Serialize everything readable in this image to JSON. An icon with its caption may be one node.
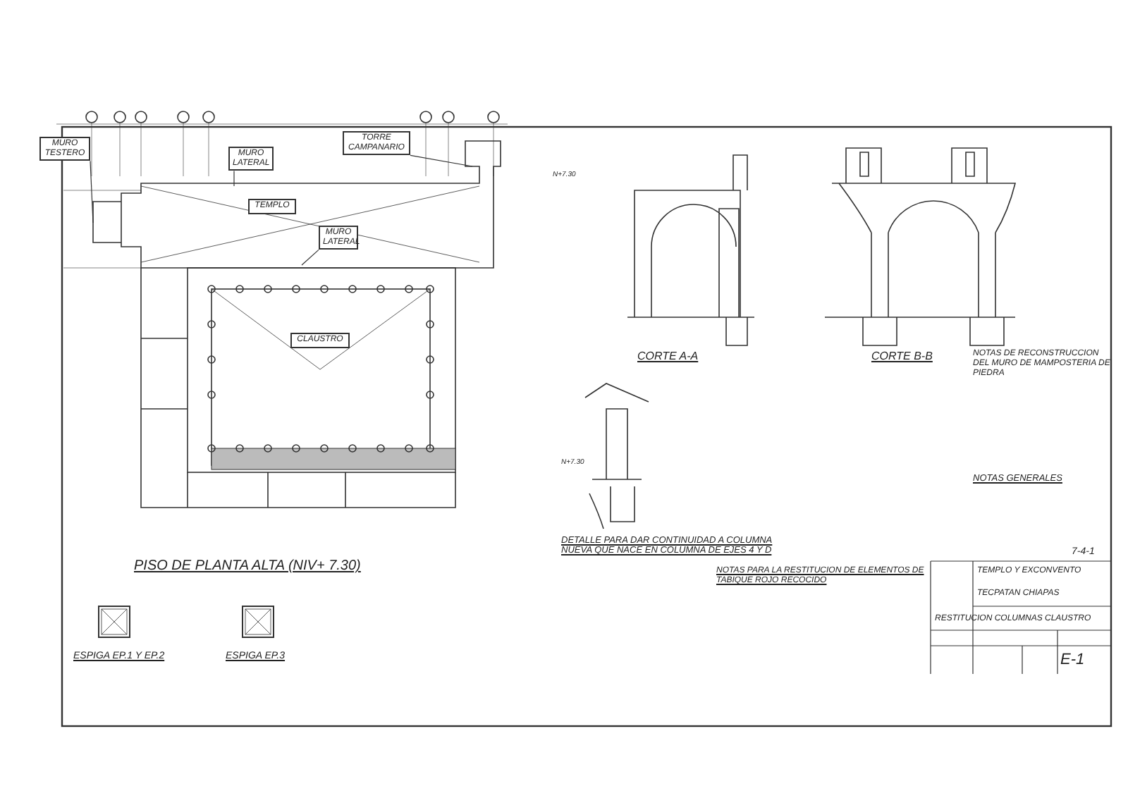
{
  "diagram": {
    "nodes": [
      {
        "text": [
          "MURO TESTERO"
        ]
      },
      {
        "text": [
          "MURO LATERAL"
        ]
      },
      {
        "text": [
          "TORRE CAMPANARIO"
        ]
      },
      {
        "text": [
          "TEMPLO"
        ]
      },
      {
        "text": [
          "MURO LATERAL"
        ]
      },
      {
        "text": [
          "CLAUSTRO"
        ]
      }
    ],
    "edges": [
      {
        "from": 0,
        "to": null,
        "arrow": "none"
      },
      {
        "from": 1,
        "to": null,
        "arrow": "none"
      },
      {
        "from": 2,
        "to": null,
        "arrow": "none"
      },
      {
        "from": 4,
        "to": null,
        "arrow": "none"
      }
    ],
    "labels": [
      "PISO DE PLANTA ALTA (NIV+ 7.30)",
      "ESPIGA EP.1 Y EP.2",
      "ESPIGA EP.3",
      "CORTE A-A",
      "CORTE B-B",
      "DETALLE PARA DAR CONTINUIDAD A COLUMNA NUEVA QUE NACE EN COLUMNA DE EJES 4 Y D",
      "NOTAS PARA LA RESTITUCION DE ELEMENTOS DE TABIQUE ROJO RECOCIDO",
      "NOTAS DE RECONSTRUCCION DEL MURO DE MAMPOSTERIA DE PIEDRA",
      "NOTAS GENERALES",
      "7-4-1",
      "TEMPLO Y EXCONVENTO",
      "TECPATAN CHIAPAS",
      "RESTITUCION COLUMNAS CLAUSTRO",
      "E-1",
      "N+7.30",
      "N+7.30"
    ]
  }
}
